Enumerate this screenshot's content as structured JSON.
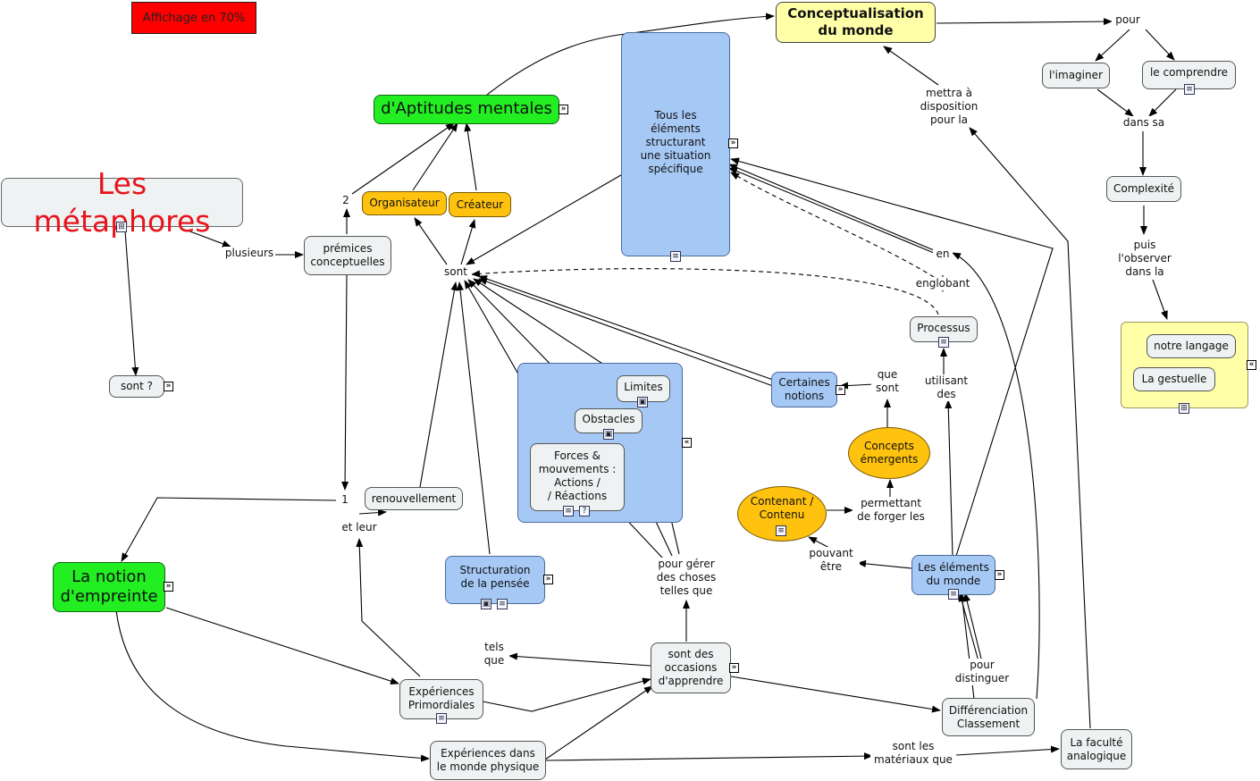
{
  "banner": "Affichage en 70%",
  "nodes": {
    "metaphores": "Les métaphores",
    "plusieurs": "plusieurs",
    "premices": "prémices\nconceptuelles",
    "sont_q": "sont   ?",
    "num2": "2",
    "num1": "1",
    "aptitudes": "d'Aptitudes mentales",
    "organisateur": "Organisateur",
    "createur": "Créateur",
    "sont_center": "sont",
    "tous_elements": "Tous les\néléments\nstructurant\nune situation\nspécifique",
    "conceptualisation": "Conceptualisation\ndu monde",
    "pour_top": "pour",
    "imaginer": "l'imaginer",
    "comprendre": "le comprendre",
    "dans_sa": "dans sa",
    "complexite": "Complexité",
    "puis_observer": "puis\nl'observer\ndans la",
    "notre_langage": "notre langage",
    "gestuelle": "La gestuelle",
    "mettra": "mettra à\ndisposition\npour la",
    "en": "en",
    "englobant": "englobant",
    "processus": "Processus",
    "utilisant": "utilisant\ndes",
    "que_sont": "que\nsont",
    "certaines_notions": "Certaines\nnotions",
    "concepts_emergents": "Concepts\némergents",
    "permettant": "permettant\nde forger les",
    "contenant": "Contenant /\nContenu",
    "pouvant_etre": "pouvant\nêtre",
    "elements_monde": "Les éléments\ndu monde",
    "pour_distinguer": "pour\ndistinguer",
    "differenciation": "Différenciation\nClassement",
    "limites": "Limites",
    "obstacles": "Obstacles",
    "forces": "Forces &\nmouvements :\nActions /\n/ Réactions",
    "pour_gerer": "pour gérer\ndes choses\ntelles que",
    "structuration": "Structuration\nde la pensée",
    "renouvellement": "renouvellement",
    "et_leur": "et leur",
    "notion_empreinte": "La notion\nd'empreinte",
    "tels_que": "tels\nque",
    "occasions": "sont des\noccasions\nd'apprendre",
    "exp_primordiales": "Expériences\nPrimordiales",
    "exp_monde": "Expériences dans\nle monde physique",
    "materiaux": "sont les\nmatériaux que",
    "faculte": "La faculté\nanalogique"
  },
  "colors": {
    "blue": "#a6c8f5",
    "green": "#22ee22",
    "orange": "#ffc20e",
    "yellow": "#ffffa8",
    "banner": "#ff0000",
    "title_red": "#e8141c"
  },
  "icons": [
    "hierarchy-icon",
    "note-icon",
    "image-icon",
    "question-icon",
    "expand-icon",
    "collapse-icon"
  ]
}
